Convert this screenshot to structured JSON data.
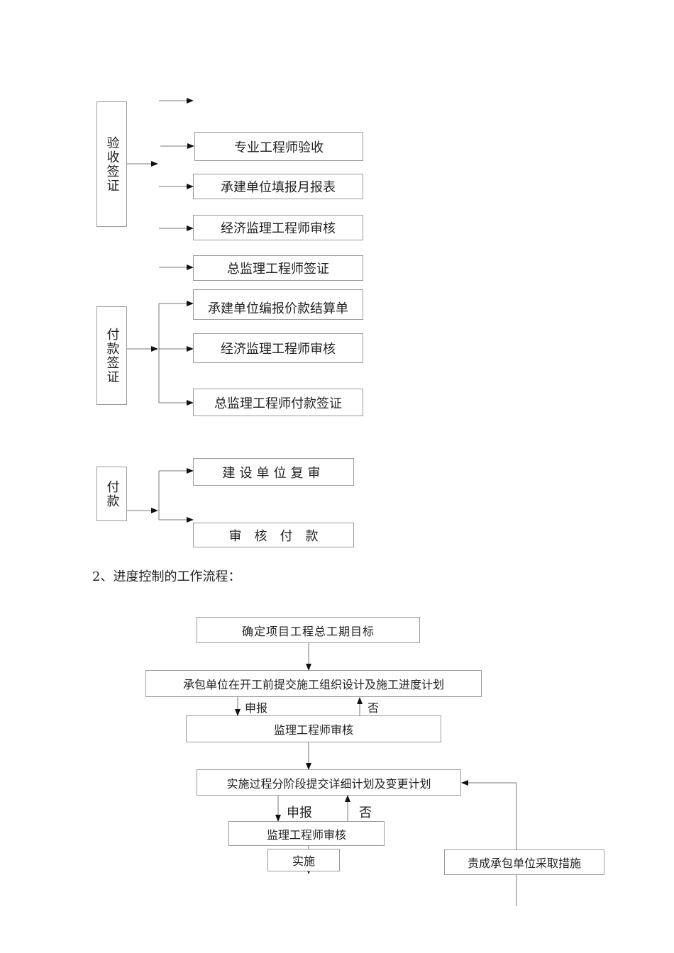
{
  "section1": {
    "acceptance": {
      "label": "验收签证",
      "steps": [
        "专业工程师验收",
        "承建单位填报月报表",
        "经济监理工程师审核",
        "总监理工程师签证"
      ]
    },
    "payment_cert": {
      "label": "付款签证",
      "steps": [
        "承建单位编报价款结算单",
        "经济监理工程师审核",
        "总监理工程师付款签证"
      ]
    },
    "payment": {
      "label": "付款",
      "steps": [
        "建设单位复审",
        "审　核　付　款"
      ]
    }
  },
  "section2": {
    "heading": "2、进度控制的工作流程：",
    "boxes": {
      "target": "确定项目工程总工期目标",
      "submit_plan": "承包单位在开工前提交施工组织设计及施工进度计划",
      "review1": "监理工程师审核",
      "detail_plan": "实施过程分阶段提交详细计划及变更计划",
      "review2": "监理工程师审核",
      "implement": "实施",
      "measures": "责成承包单位采取措施"
    },
    "labels": {
      "report1": "申报",
      "no1": "否",
      "report2": "申报",
      "no2": "否"
    }
  }
}
